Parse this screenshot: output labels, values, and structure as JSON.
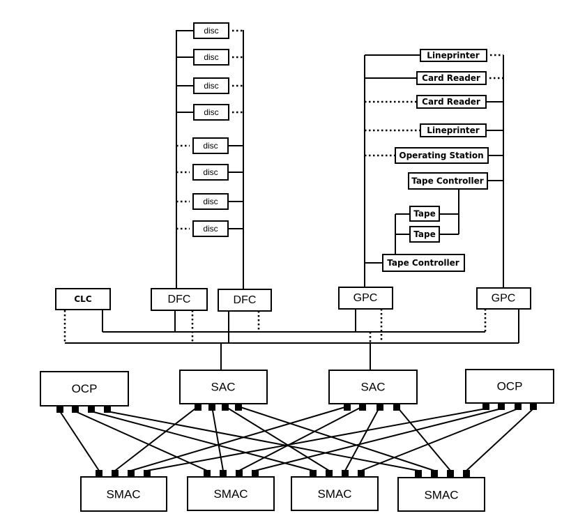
{
  "disc_label": "disc",
  "labels": {
    "clc": "CLC",
    "dfc": "DFC",
    "gpc": "GPC",
    "ocp": "OCP",
    "sac": "SAC",
    "smac": "SMAC",
    "lineprinter": "Lineprinter",
    "card_reader": "Card Reader",
    "operating_station": "Operating Station",
    "tape_controller": "Tape Controller",
    "tape": "Tape"
  },
  "colors": {
    "line": "#000000",
    "background": "#ffffff"
  }
}
